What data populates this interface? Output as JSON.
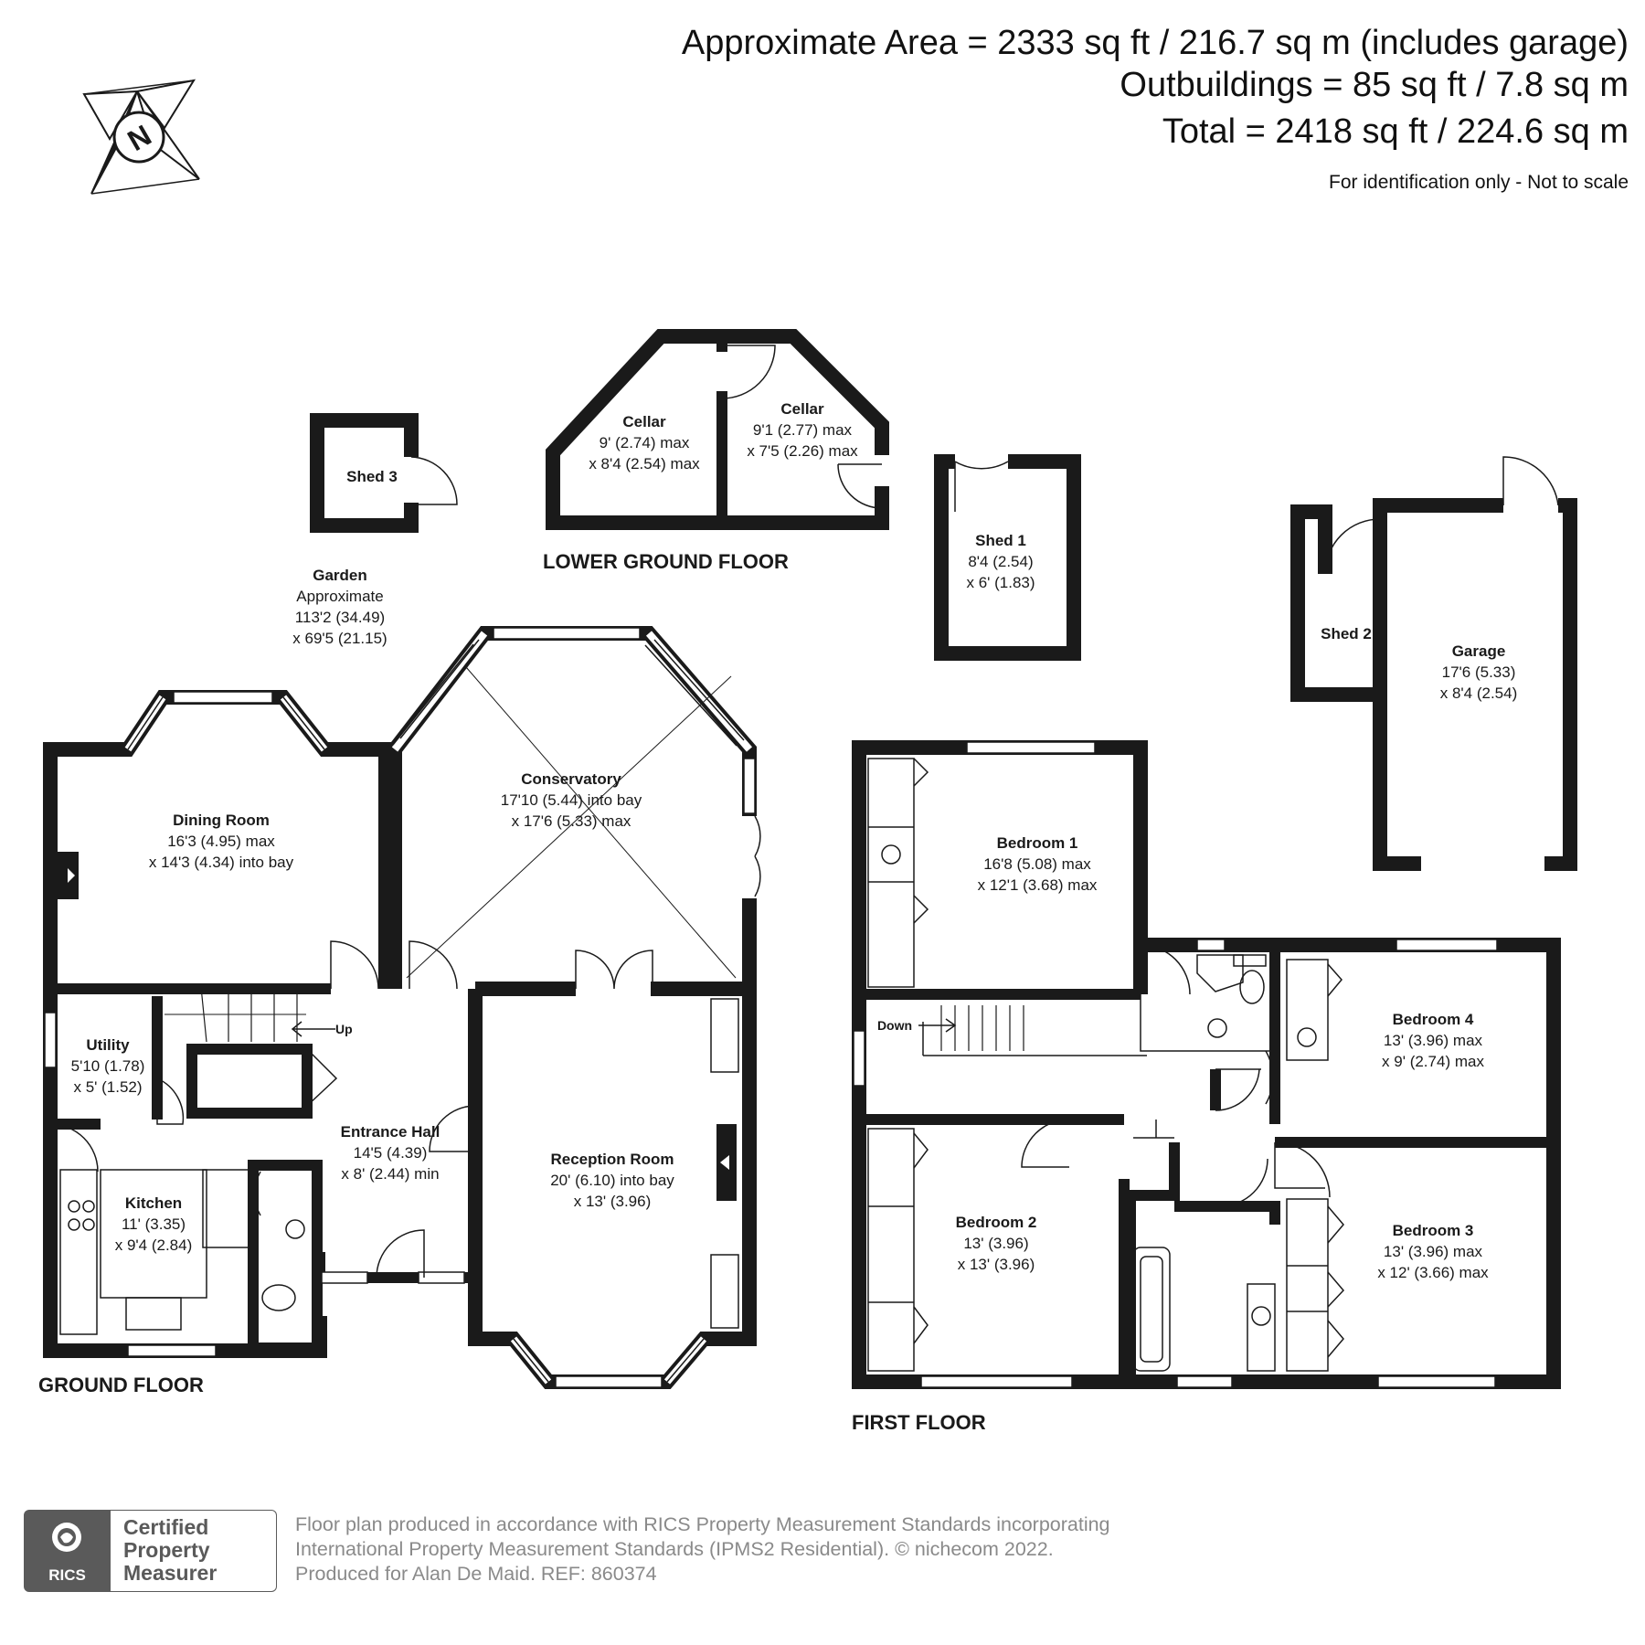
{
  "header": {
    "area_line": "Approximate Area = 2333 sq ft / 216.7 sq m (includes garage)",
    "outbuildings_line": "Outbuildings = 85 sq ft / 7.8 sq m",
    "total_line": "Total = 2418 sq ft / 224.6 sq m",
    "note": "For identification only - Not to scale"
  },
  "compass": {
    "letter": "N"
  },
  "floors": {
    "lower_ground": "LOWER GROUND FLOOR",
    "ground": "GROUND FLOOR",
    "first": "FIRST FLOOR"
  },
  "outbuildings": {
    "shed3": {
      "name": "Shed 3"
    },
    "shed1": {
      "name": "Shed 1",
      "dim1": "8'4 (2.54)",
      "dim2": "x 6' (1.83)"
    },
    "shed2": {
      "name": "Shed 2"
    },
    "garage": {
      "name": "Garage",
      "dim1": "17'6 (5.33)",
      "dim2": "x 8'4 (2.54)"
    }
  },
  "garden": {
    "name": "Garden",
    "line1": "Approximate",
    "dim1": "113'2 (34.49)",
    "dim2": "x 69'5 (21.15)"
  },
  "lower_ground_rooms": {
    "cellar_a": {
      "name": "Cellar",
      "dim1": "9' (2.74) max",
      "dim2": "x 8'4 (2.54) max"
    },
    "cellar_b": {
      "name": "Cellar",
      "dim1": "9'1 (2.77) max",
      "dim2": "x 7'5 (2.26) max"
    }
  },
  "ground_rooms": {
    "dining": {
      "name": "Dining Room",
      "dim1": "16'3 (4.95) max",
      "dim2": "x 14'3 (4.34) into bay"
    },
    "conservatory": {
      "name": "Conservatory",
      "dim1": "17'10 (5.44) into bay",
      "dim2": "x 17'6 (5.33) max"
    },
    "utility": {
      "name": "Utility",
      "dim1": "5'10 (1.78)",
      "dim2": "x 5' (1.52)"
    },
    "entrance": {
      "name": "Entrance Hall",
      "dim1": "14'5 (4.39)",
      "dim2": "x 8' (2.44) min"
    },
    "reception": {
      "name": "Reception Room",
      "dim1": "20' (6.10) into bay",
      "dim2": "x 13' (3.96)"
    },
    "kitchen": {
      "name": "Kitchen",
      "dim1": "11' (3.35)",
      "dim2": "x 9'4 (2.84)"
    },
    "stairs_label": "Up"
  },
  "first_rooms": {
    "bedroom1": {
      "name": "Bedroom 1",
      "dim1": "16'8 (5.08) max",
      "dim2": "x 12'1 (3.68) max"
    },
    "bedroom4": {
      "name": "Bedroom 4",
      "dim1": "13' (3.96) max",
      "dim2": "x 9' (2.74) max"
    },
    "bedroom2": {
      "name": "Bedroom 2",
      "dim1": "13' (3.96)",
      "dim2": "x 13' (3.96)"
    },
    "bedroom3": {
      "name": "Bedroom 3",
      "dim1": "13' (3.96) max",
      "dim2": "x 12' (3.66) max"
    },
    "stairs_label": "Down"
  },
  "footer": {
    "line1": "Floor plan produced in accordance with RICS Property Measurement Standards incorporating",
    "line2": "International Property Measurement Standards (IPMS2 Residential).   © nichecom 2022.",
    "line3": "Produced for Alan De Maid.   REF: 860374",
    "badge_org": "RICS",
    "badge_line1": "Certified",
    "badge_line2": "Property",
    "badge_line3": "Measurer"
  },
  "colors": {
    "walls": "#1a1a1a",
    "footer_text": "#8a8a8a",
    "badge": "#5a5a5a"
  }
}
